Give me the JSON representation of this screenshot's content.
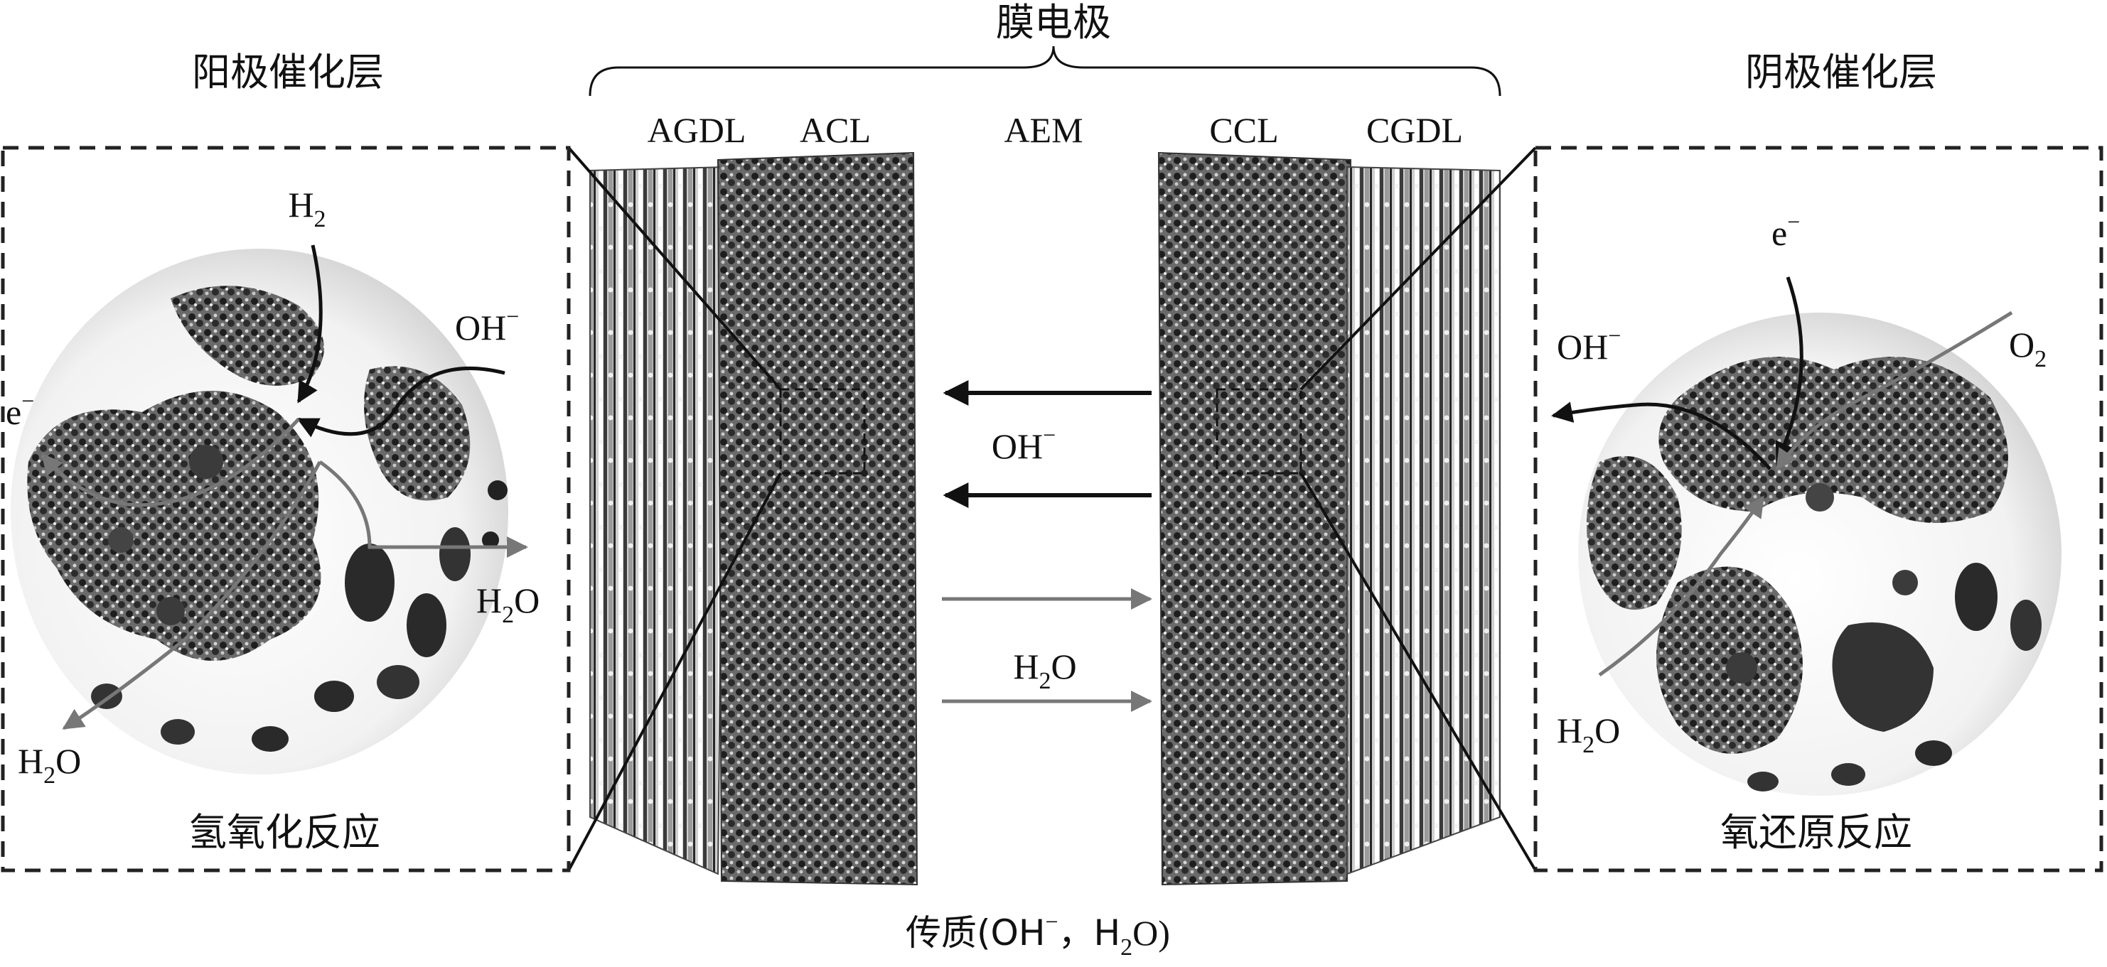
{
  "title": "膜电极",
  "layers": {
    "agdl": "AGDL",
    "acl": "ACL",
    "aem": "AEM",
    "ccl": "CCL",
    "cgdl": "CGDL"
  },
  "anode": {
    "heading": "阳极催化层",
    "reaction": "氢氧化反应",
    "h2": "H",
    "h2_sub": "2",
    "oh": "OH",
    "oh_sup": "−",
    "e": "e",
    "e_sup": "−",
    "h2o_right": "H",
    "h2o_right_sub": "2",
    "h2o_right_o": "O",
    "h2o_left": "H",
    "h2o_left_sub": "2",
    "h2o_left_o": "O"
  },
  "cathode": {
    "heading": "阴极催化层",
    "reaction": "氧还原反应",
    "e": "e",
    "e_sup": "−",
    "oh": "OH",
    "oh_sup": "−",
    "o2": "O",
    "o2_sub": "2",
    "h2o": "H",
    "h2o_sub": "2",
    "h2o_o": "O"
  },
  "membrane": {
    "oh": "OH",
    "oh_sup": "−",
    "h2o": "H",
    "h2o_sub": "2",
    "h2o_o": "O"
  },
  "footer": {
    "prefix": "传质(OH",
    "sup": "−",
    "mid": "，H",
    "sub": "2",
    "suffix": "O)"
  },
  "colors": {
    "ink": "#111111",
    "water_arrow": "#777777",
    "panel_border": "#222222"
  }
}
